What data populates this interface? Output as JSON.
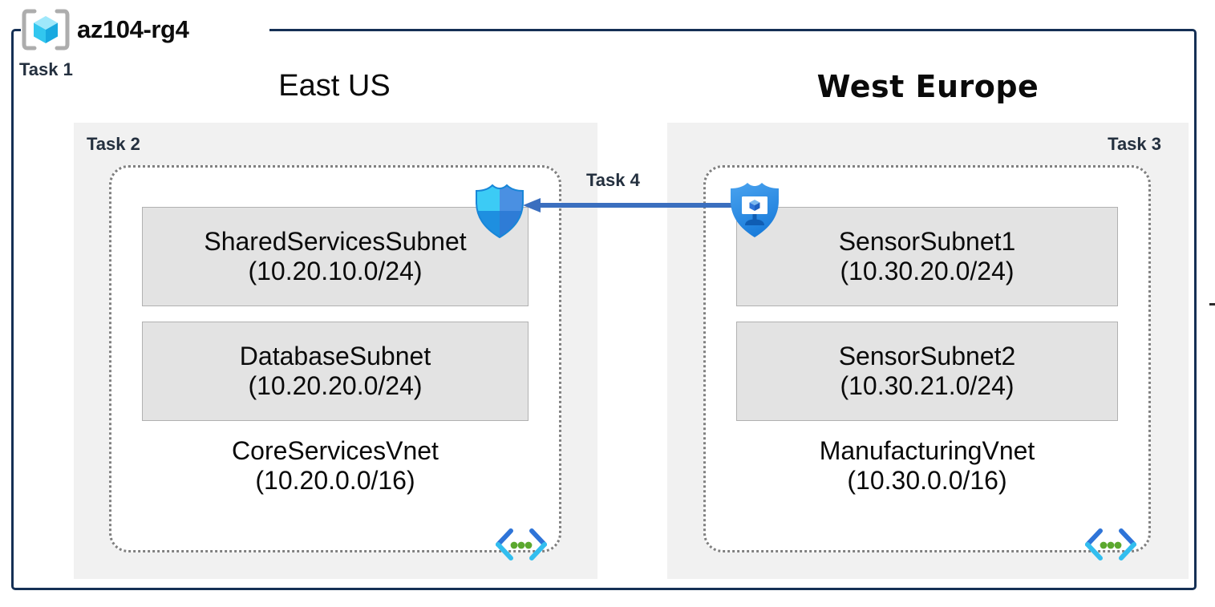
{
  "resource_group": {
    "name": "az104-rg4",
    "icon": "resource-group-cube-icon",
    "task_label": "Task 1",
    "border_color": "#153055"
  },
  "regions": [
    {
      "key": "east",
      "title": "East US",
      "task_label": "Task 2",
      "panel_color": "#f1f1f1",
      "vnet": {
        "name": "CoreServicesVnet",
        "cidr": "(10.20.0.0/16)",
        "icon": "virtual-network-icon",
        "subnets": [
          {
            "name": "SharedServicesSubnet",
            "cidr": "(10.20.10.0/24)"
          },
          {
            "name": "DatabaseSubnet",
            "cidr": "(10.20.20.0/24)"
          }
        ]
      }
    },
    {
      "key": "west",
      "title": "West Europe",
      "task_label": "Task 3",
      "panel_color": "#f1f1f1",
      "vnet": {
        "name": "ManufacturingVnet",
        "cidr": "(10.30.0.0/16)",
        "icon": "virtual-network-icon",
        "subnets": [
          {
            "name": "SensorSubnet1",
            "cidr": "(10.30.20.0/24)"
          },
          {
            "name": "SensorSubnet2",
            "cidr": "(10.30.21.0/24)"
          }
        ]
      }
    }
  ],
  "connection": {
    "task_label": "Task 4",
    "direction": "right-to-left",
    "arrow_color": "#3b6fbf",
    "source_icon": "endpoint-shield-icon",
    "target_icon": "network-security-group-shield-icon"
  },
  "palette": {
    "border_navy": "#153055",
    "task_text": "#24303f",
    "panel_gray": "#f1f1f1",
    "subnet_fill": "#e3e3e3",
    "subnet_border": "#b1b1b1",
    "vnet_dotted": "#808080",
    "cyan": "#32beef",
    "blue": "#2e74d8",
    "green_dot": "#5ba82e"
  }
}
